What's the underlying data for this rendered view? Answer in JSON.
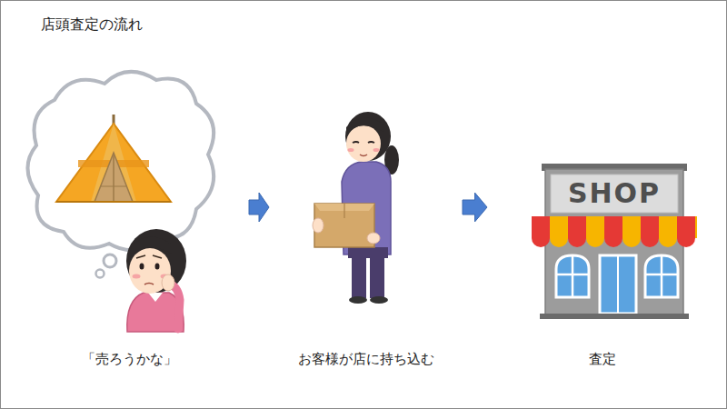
{
  "diagram": {
    "title": "店頭査定の流れ",
    "nodes": [
      {
        "text": [
          "「売ろうかな」"
        ]
      },
      {
        "text": [
          "お客様が店に持ち込む"
        ]
      },
      {
        "text": [
          "査定"
        ]
      }
    ],
    "edges": [
      {
        "from": 0,
        "to": 1,
        "arrow": "to"
      },
      {
        "from": 1,
        "to": 2,
        "arrow": "to"
      }
    ],
    "labels": [
      "SHOP"
    ]
  }
}
